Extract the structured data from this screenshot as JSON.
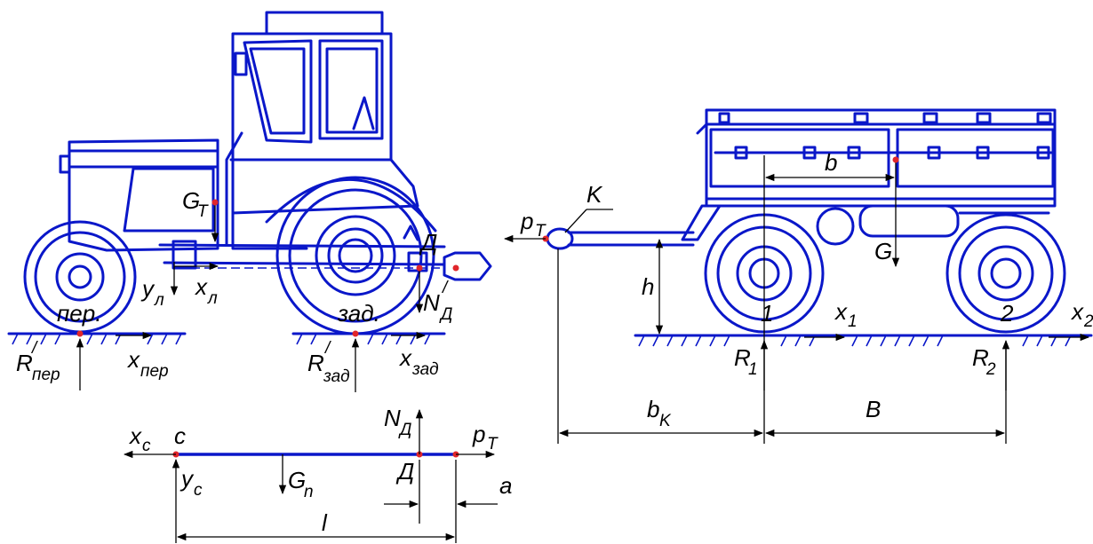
{
  "tractor_labels": {
    "g_t": "G",
    "g_t_sub": "T",
    "y_l": "y",
    "y_l_sub": "л",
    "x_l": "x",
    "x_l_sub": "л",
    "front_axle": "пер.",
    "rear_axle": "зад.",
    "r_front": "R",
    "r_front_sup": "/",
    "r_front_sub": "пер",
    "x_front": "x",
    "x_front_sub": "пер",
    "r_rear": "R",
    "r_rear_sup": "/",
    "r_rear_sub": "зад",
    "x_rear": "x",
    "x_rear_sub": "зад",
    "n_d": "N",
    "n_d_sup": "/",
    "n_d_sub": "Д",
    "hitch": "Д"
  },
  "beam_labels": {
    "x_c": "x",
    "x_c_sub": "c",
    "c": "c",
    "y_c": "y",
    "y_c_sub": "c",
    "g_n": "G",
    "g_n_sub": "n",
    "n_d": "N",
    "n_d_sub": "Д",
    "d": "Д",
    "p_t": "p",
    "p_t_sub": "T",
    "a": "a",
    "l": "l"
  },
  "trailer_labels": {
    "p_t": "p",
    "p_t_sub": "T",
    "k": "K",
    "h": "h",
    "b": "b",
    "g": "G",
    "x1": "x",
    "x1_sub": "1",
    "x2": "x",
    "x2_sub": "2",
    "axle1": "1",
    "axle2": "2",
    "r1": "R",
    "r1_sub": "1",
    "r2": "R",
    "r2_sub": "2",
    "b_k": "b",
    "b_k_sub": "K",
    "B": "B"
  },
  "colors": {
    "drawing": "#0a17c9",
    "points": "#e0262b",
    "dimensions": "#000000"
  }
}
